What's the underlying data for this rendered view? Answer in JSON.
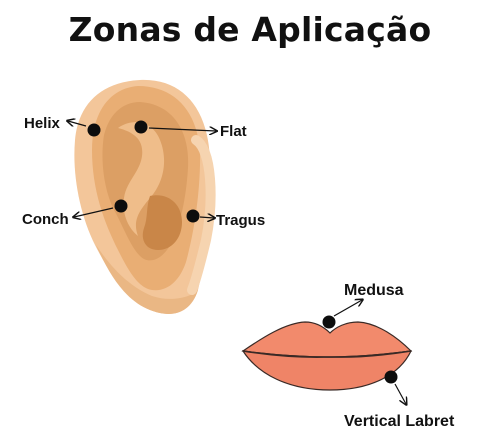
{
  "title": "Zonas de Aplicação",
  "labels": {
    "helix": "Helix",
    "flat": "Flat",
    "conch": "Conch",
    "tragus": "Tragus",
    "medusa": "Medusa",
    "vertical_labret": "Vertical Labret"
  },
  "colors": {
    "ear_outer": "#f3c69a",
    "ear_mid": "#e9ae74",
    "ear_inner": "#d99a5f",
    "ear_shadow": "#c98648",
    "lip": "#f28a6c",
    "lip_line": "#3a2a26",
    "marker": "#0d0d0d"
  }
}
